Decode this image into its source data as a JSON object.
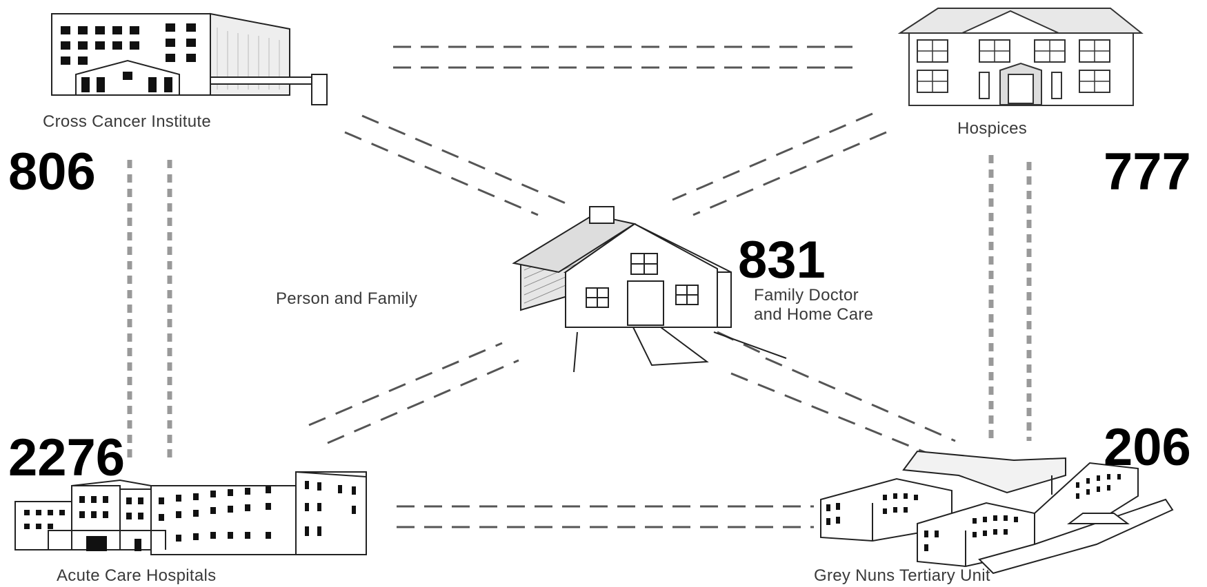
{
  "nodes": {
    "cross_cancer": {
      "label": "Cross Cancer Institute",
      "count": "806"
    },
    "hospices": {
      "label": "Hospices",
      "count": "777"
    },
    "home": {
      "label": "Person and Family",
      "count": "831"
    },
    "family_doctor": {
      "label_line1": "Family Doctor",
      "label_line2": "and Home Care"
    },
    "acute_care": {
      "label": "Acute Care Hospitals",
      "count": "2276"
    },
    "grey_nuns": {
      "label": "Grey Nuns Tertiary Unit",
      "count": "206"
    }
  },
  "icons": [
    "cancer-institute-building-icon",
    "hospice-house-icon",
    "home-house-icon",
    "acute-care-hospital-icon",
    "tertiary-unit-building-icon"
  ]
}
